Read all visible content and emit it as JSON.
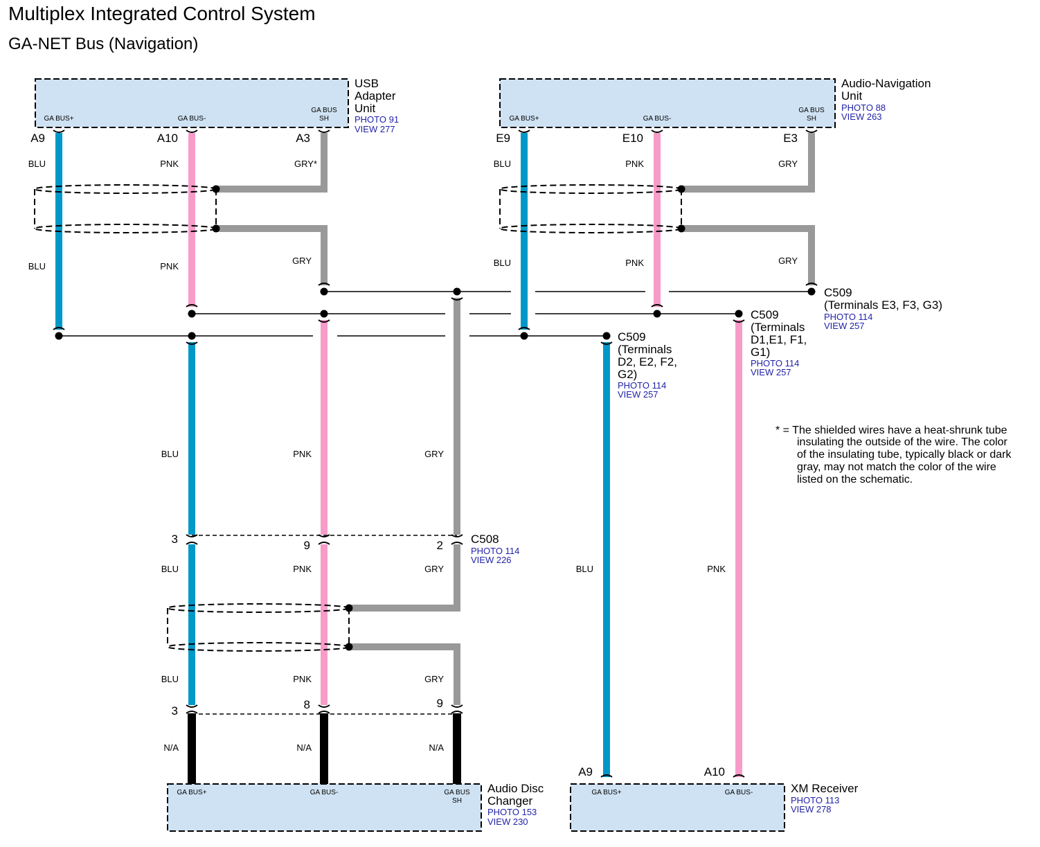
{
  "header": {
    "title": "Multiplex Integrated Control System",
    "subtitle": "GA-NET Bus (Navigation)"
  },
  "colors": {
    "blu": "#0098c8",
    "pnk": "#f79bc8",
    "gry": "#999999",
    "black": "#000000",
    "box_fill": "#cfe2f3",
    "ref_text": "#2222aa"
  },
  "components": {
    "usb": {
      "name": [
        "USB",
        "Adapter",
        "Unit"
      ],
      "photo": "PHOTO 91",
      "view": "VIEW 277",
      "pins": [
        "GA BUS+",
        "GA BUS-",
        "GA BUS",
        "SH"
      ]
    },
    "nav": {
      "name": [
        "Audio-Navigation",
        "Unit"
      ],
      "photo": "PHOTO 88",
      "view": "VIEW 263",
      "pins": [
        "GA BUS+",
        "GA BUS-",
        "GA BUS",
        "SH"
      ]
    },
    "changer": {
      "name": [
        "Audio Disc",
        "Changer"
      ],
      "photo": "PHOTO 153",
      "view": "VIEW 230",
      "pins": [
        "GA BUS+",
        "GA BUS-",
        "GA BUS",
        "SH"
      ]
    },
    "xm": {
      "name": [
        "XM Receiver"
      ],
      "photo": "PHOTO 113",
      "view": "VIEW 278",
      "pins": [
        "GA BUS+",
        "GA BUS-"
      ]
    }
  },
  "terminals": {
    "usb": [
      "A9",
      "A10",
      "A3"
    ],
    "nav": [
      "E9",
      "E10",
      "E3"
    ],
    "c508_top": [
      "3",
      "9",
      "2"
    ],
    "changer": [
      "3",
      "8",
      "9"
    ],
    "xm": [
      "A9",
      "A10"
    ]
  },
  "wire_labels": {
    "usb_upper": [
      "BLU",
      "PNK",
      "GRY*"
    ],
    "usb_lower": [
      "BLU",
      "PNK",
      "GRY"
    ],
    "nav_upper": [
      "BLU",
      "PNK",
      "GRY"
    ],
    "nav_lower": [
      "BLU",
      "PNK",
      "GRY"
    ],
    "mid": [
      "BLU",
      "PNK",
      "GRY"
    ],
    "below_c508": [
      "BLU",
      "PNK",
      "GRY"
    ],
    "lower": [
      "BLU",
      "PNK",
      "GRY"
    ],
    "changer": [
      "N/A",
      "N/A",
      "N/A"
    ],
    "xm": [
      "BLU",
      "PNK"
    ]
  },
  "connectors": {
    "c509_sh": {
      "name": "C509",
      "desc": [
        "(Terminals E3, F3, G3)"
      ],
      "photo": "PHOTO 114",
      "view": "VIEW 257"
    },
    "c509_neg": {
      "name": "C509",
      "desc": [
        "(Terminals",
        "D1,E1, F1,",
        "G1)"
      ],
      "photo": "PHOTO 114",
      "view": "VIEW 257"
    },
    "c509_pos": {
      "name": "C509",
      "desc": [
        "(Terminals",
        "D2, E2, F2,",
        "G2)"
      ],
      "photo": "PHOTO 114",
      "view": "VIEW 257"
    },
    "c508": {
      "name": "C508",
      "photo": "PHOTO 114",
      "view": "VIEW 226"
    }
  },
  "note": [
    "* = The shielded wires have a heat-shrunk tube",
    "insulating the outside of the wire. The color",
    "of the insulating tube, typically black or dark",
    "gray, may not match the color of the wire",
    "listed on the schematic."
  ]
}
